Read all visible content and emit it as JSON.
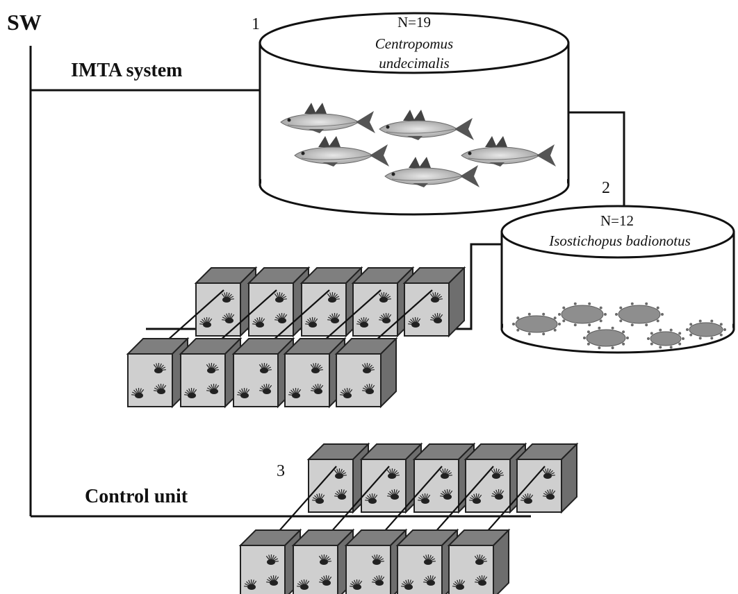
{
  "labels": {
    "source": "SW",
    "imta": "IMTA system",
    "control": "Control unit",
    "tank1_number": "1",
    "tank2_number": "2",
    "unit3_number": "3"
  },
  "tank1": {
    "count": "N=19",
    "species_line1": "Centropomus",
    "species_line2": "undecimalis"
  },
  "tank2": {
    "count": "N=12",
    "species": "Isostichopus badionotus"
  },
  "colors": {
    "line": "#111111",
    "box_top": "#7f7f7f",
    "box_side": "#6e6e6e",
    "box_front": "#cfcfcf",
    "sea_cucumber": "#8e8e8e",
    "fish_body": "#bdbdbd"
  },
  "icons": {
    "fish": "fish-icon",
    "sea_cucumber": "sea-cucumber-icon",
    "sea_urchin": "sea-urchin-icon"
  }
}
